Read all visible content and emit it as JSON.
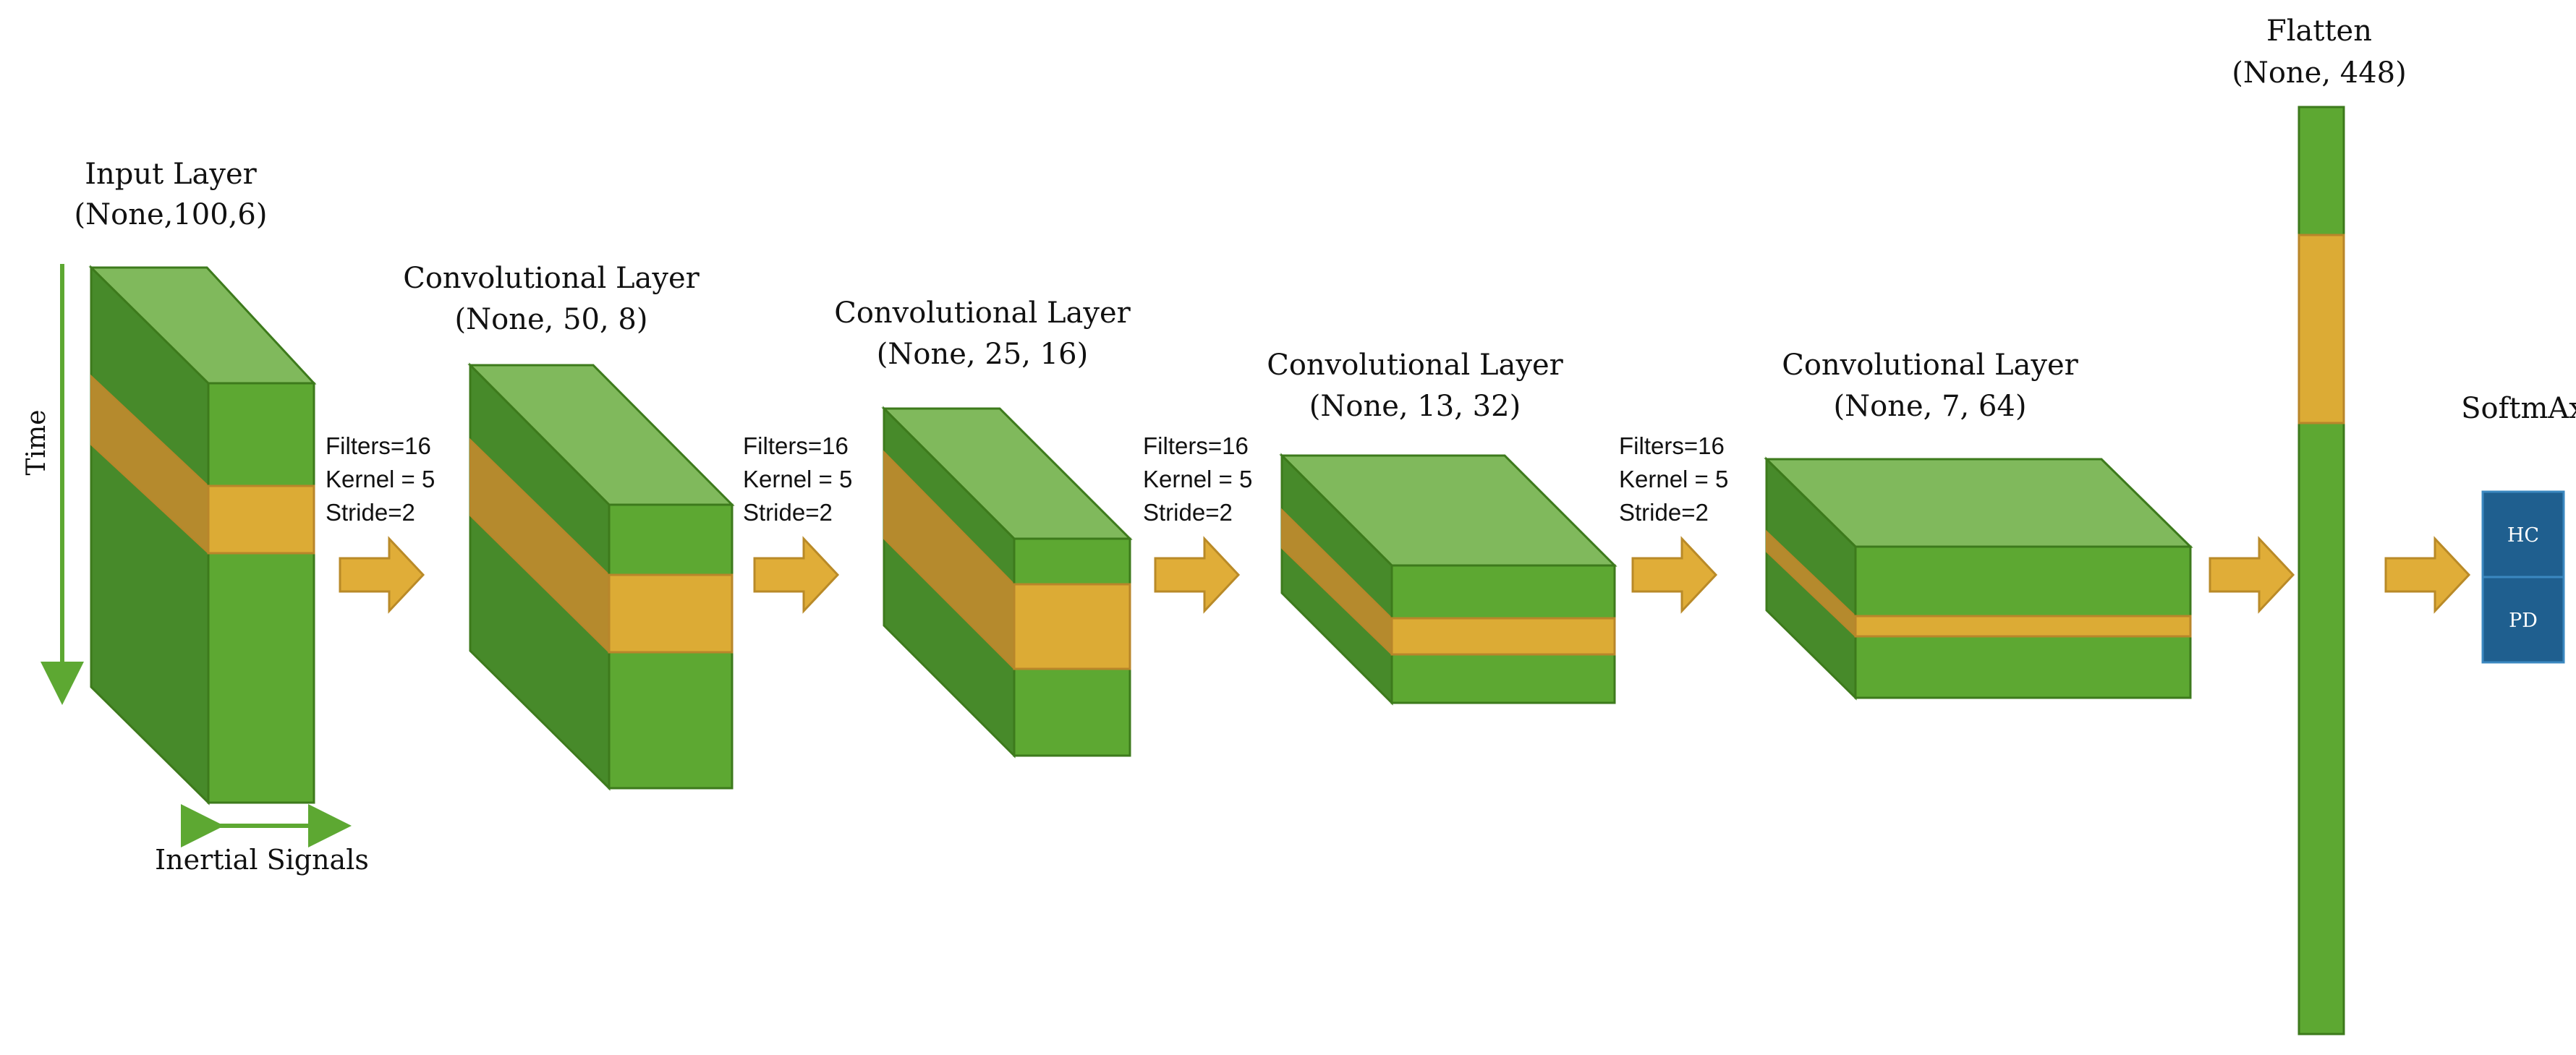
{
  "colors": {
    "green_top": "#80b95c",
    "green_front": "#5da832",
    "green_side": "#478a2a",
    "green_stroke": "#3d7a1c",
    "orange_front": "#dcab35",
    "orange_side": "#b58a2d",
    "orange_stroke": "#b8862a",
    "arrow_fill": "#e0ad38",
    "arrow_stroke": "#b98a28",
    "softmax_fill": "#1f5f8f",
    "softmax_stroke": "#3b88c0"
  },
  "input": {
    "title": "Input Layer",
    "shape": "(None,100,6)",
    "time_label": "Time",
    "signals_label": "Inertial Signals"
  },
  "conv_layers": [
    {
      "title": "Convolutional Layer",
      "shape": "(None, 50, 8)"
    },
    {
      "title": "Convolutional Layer",
      "shape": "(None, 25, 16)"
    },
    {
      "title": "Convolutional Layer",
      "shape": "(None, 13, 32)"
    },
    {
      "title": "Convolutional Layer",
      "shape": "(None, 7, 64)"
    }
  ],
  "params": [
    {
      "filters": "Filters=16",
      "kernel": "Kernel = 5",
      "stride": "Stride=2"
    },
    {
      "filters": "Filters=16",
      "kernel": "Kernel = 5",
      "stride": "Stride=2"
    },
    {
      "filters": "Filters=16",
      "kernel": "Kernel = 5",
      "stride": "Stride=2"
    },
    {
      "filters": "Filters=16",
      "kernel": "Kernel = 5",
      "stride": "Stride=2"
    }
  ],
  "flatten": {
    "title": "Flatten",
    "shape": "(None, 448)"
  },
  "softmax": {
    "title": "SoftmAx",
    "classes": [
      "HC",
      "PD"
    ]
  }
}
